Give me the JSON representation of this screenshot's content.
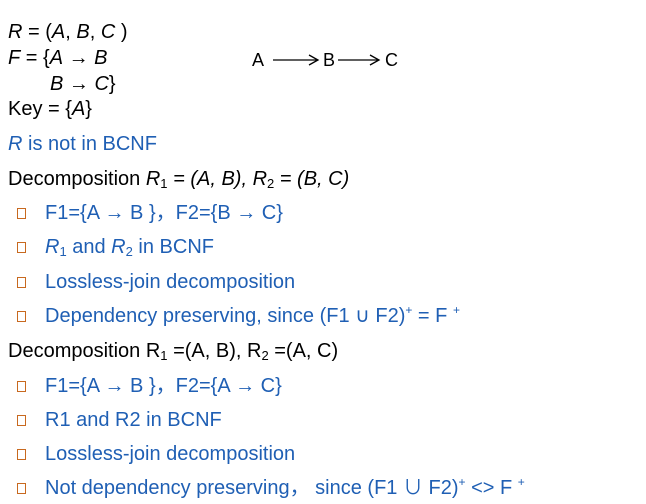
{
  "relation": {
    "R": "R",
    "eq": " = (",
    "A": "A",
    "c1": ", ",
    "B": "B",
    "c2": ", ",
    "C": "C",
    "close": " )"
  },
  "fds": {
    "F": "F",
    "open": " = {",
    "A": "A",
    "arrow": " → ",
    "B": "B",
    "B2": "B",
    "arrow2": " → ",
    "C": "C",
    "close": "}"
  },
  "key": {
    "label": "Key = {",
    "A": "A",
    "close": "}"
  },
  "diagram": {
    "A": "A",
    "B": "B",
    "C": "C"
  },
  "not_bcnf": {
    "R": "R",
    "text": " is not in BCNF"
  },
  "decomp1": {
    "header": {
      "prefix": "Decomposition ",
      "R1": "R",
      "sub1": "1",
      "mid": " = (A, B), ",
      "R2": "R",
      "sub2": "2",
      "end": " = (B, C)"
    },
    "items": [
      {
        "text": "F1={A → B }，F2={B → C}"
      },
      {
        "R1": "R",
        "sub1": "1",
        "mid": " and ",
        "R2": "R",
        "sub2": "2",
        "end": " in BCNF"
      },
      {
        "text": "Lossless-join decomposition"
      },
      {
        "pre": "Dependency preserving, since  (F1 ∪ F2)",
        "sup": "+",
        "post": " = F ",
        "sup2": "+"
      }
    ]
  },
  "decomp2": {
    "header": {
      "prefix": "Decomposition R",
      "sub1": "1",
      "mid": " =(A, B),  R",
      "sub2": "2",
      "end": " =(A, C)"
    },
    "items": [
      {
        "text": "F1={A → B }，F2={A → C}"
      },
      {
        "text": "R1 and R2 in BCNF"
      },
      {
        "text": "Lossless-join decomposition"
      },
      {
        "pre": "Not dependency preserving，  since  (F1 ∪ F2)",
        "sup": "+",
        "post": " <> F ",
        "sup2": "+"
      }
    ]
  }
}
